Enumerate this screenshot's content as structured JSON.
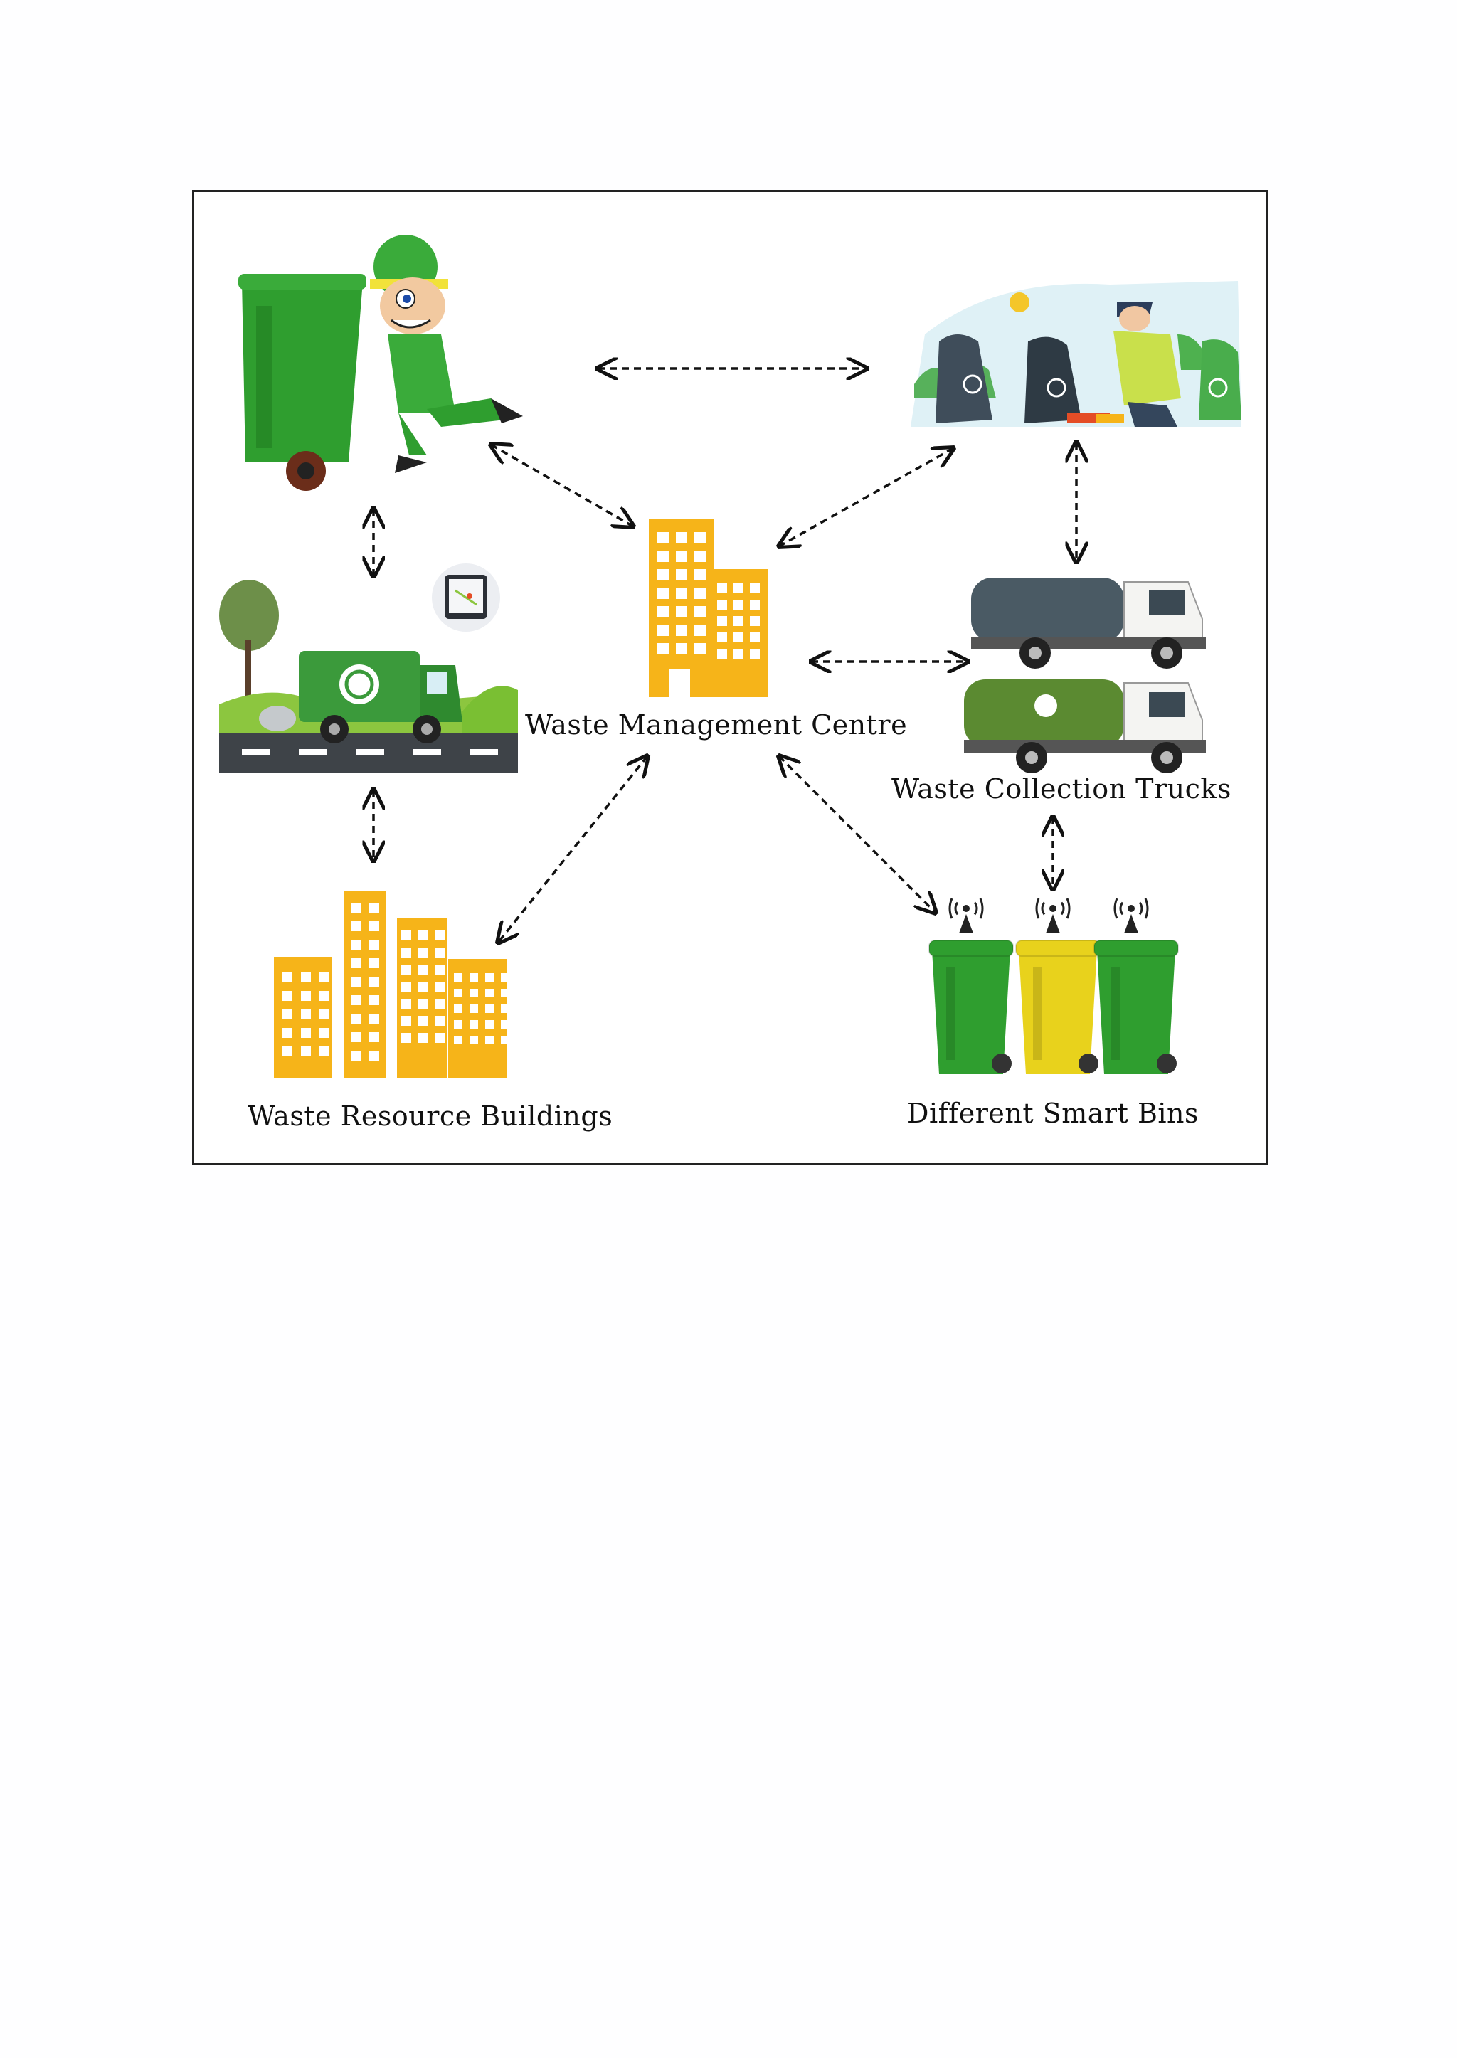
{
  "diagram": {
    "center_label": "Waste Management Centre",
    "trucks_label": "Waste Collection Trucks",
    "buildings_label": "Waste Resource Buildings",
    "bins_label": "Different Smart Bins"
  },
  "colors": {
    "bin_green": "#2f9e2f",
    "bin_yellow": "#e8d21c",
    "building_orange": "#f6b419",
    "arrow": "#111111"
  }
}
